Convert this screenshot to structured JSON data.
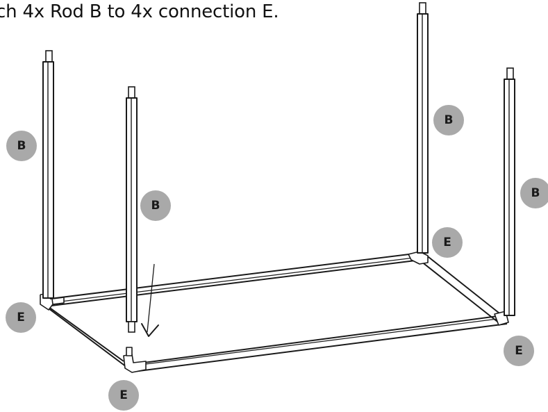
{
  "instruction": "ch 4x Rod B to 4x connection E.",
  "labels": {
    "rod": "B",
    "connection": "E"
  },
  "colors": {
    "badge_fill": "#a9a9a9",
    "line": "#1a1a1a",
    "background": "#ffffff"
  }
}
